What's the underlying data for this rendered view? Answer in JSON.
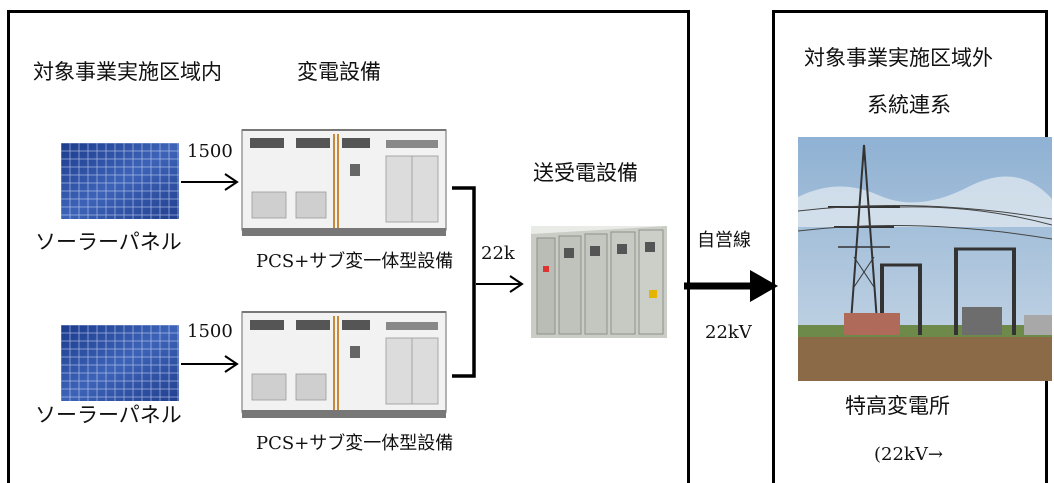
{
  "left_area": {
    "title": "対象事業実施区域内",
    "substation_label": "変電設備"
  },
  "solar_panels": [
    {
      "label": "ソーラーパネル",
      "value": "1500"
    },
    {
      "label": "ソーラーパネル",
      "value": "1500"
    }
  ],
  "pcs_units": [
    {
      "label": "PCS+サブ変一体型設備"
    },
    {
      "label": "PCS+サブ変一体型設備"
    }
  ],
  "bus_voltage": "22k",
  "transmission_equipment": {
    "label": "送受電設備"
  },
  "private_line": {
    "label": "自営線",
    "voltage": "22kV"
  },
  "right_area": {
    "title": "対象事業実施区域外",
    "subtitle": "系統連系",
    "substation_label": "特高変電所",
    "voltage_note": "(22kV→"
  },
  "colors": {
    "panel_blue": "#2d4fa3",
    "container_white": "#f2f2f2",
    "cabinet_gray": "#c9cdc6",
    "sky": "#9dbad6",
    "ground": "#8a6a47"
  }
}
